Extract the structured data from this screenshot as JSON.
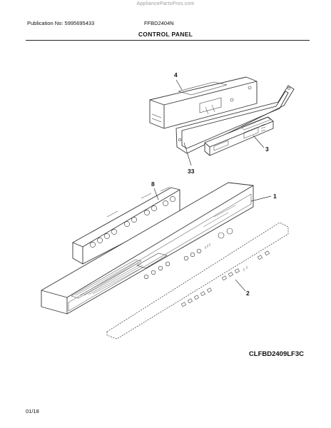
{
  "header": {
    "watermark": "AppliancePartsPros.com",
    "publication": "Publication No: 5995695433",
    "model": "FFBD2404N",
    "section_title": "CONTROL PANEL"
  },
  "diagram": {
    "callouts": {
      "cover": "4",
      "gasket": "33",
      "control_board": "3",
      "button_strip": "8",
      "console": "1",
      "overlay": "2"
    },
    "drawing_code": "CLFBD2409LF3C"
  },
  "footer": {
    "page_number": "01/18"
  }
}
